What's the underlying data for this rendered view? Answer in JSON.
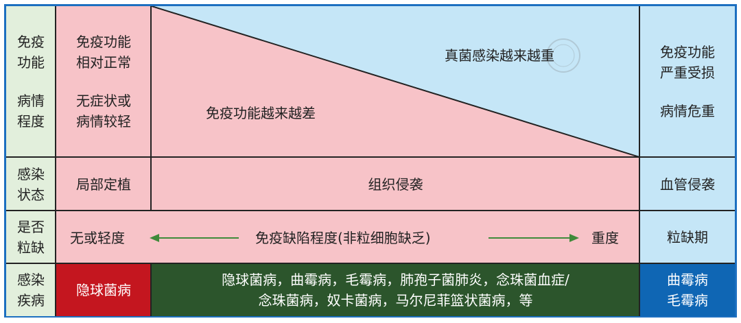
{
  "colors": {
    "border": "#1c6fc0",
    "label_bg": "#e2efdc",
    "pink": "#f7c3c8",
    "light_blue": "#c5e6f7",
    "red": "#c4161f",
    "dark_green": "#2c552c",
    "blue": "#0f66b4",
    "arrow": "#3f8a3a"
  },
  "rows": {
    "immune": {
      "label_1": "免疫功能",
      "label_2": "病情程度",
      "left_1": "免疫功能相对正常",
      "left_2": "无症状或病情较轻",
      "middle_lower": "免疫功能越来越差",
      "middle_upper": "真菌感染越来越重",
      "right_1": "免疫功能严重受损",
      "right_2": "病情危重"
    },
    "infection": {
      "label": "感染状态",
      "left": "局部定植",
      "middle": "组织侵袭",
      "right": "血管侵袭"
    },
    "neutropenia": {
      "label": "是否粒缺",
      "left": "无或轻度",
      "middle": "免疫缺陷程度(非粒细胞缺乏)",
      "middle_right": "重度",
      "right": "粒缺期"
    },
    "disease": {
      "label": "感染疾病",
      "left": "隐球菌病",
      "middle_1": "隐球菌病，曲霉病，毛霉病，肺孢子菌肺炎，念珠菌血症/",
      "middle_2": "念珠菌病，奴卡菌病，马尔尼菲篮状菌病，等",
      "right_1": "曲霉病",
      "right_2": "毛霉病"
    }
  }
}
